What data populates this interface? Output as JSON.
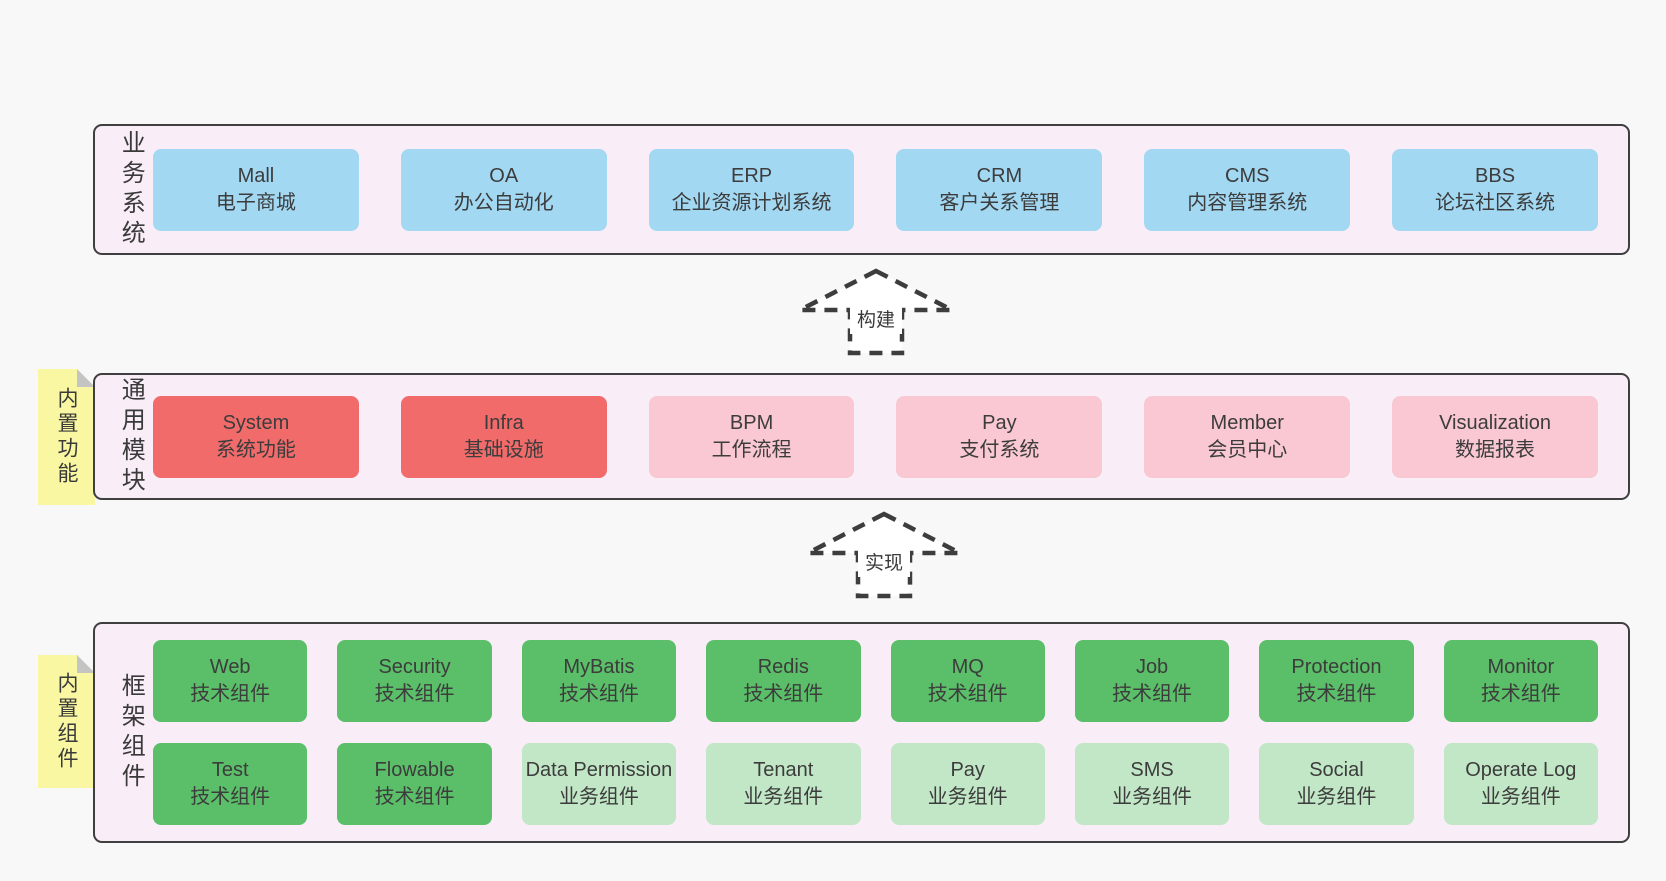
{
  "diagram": {
    "layers": {
      "business": {
        "label": "业务系统",
        "items": [
          {
            "name": "Mall",
            "desc": "电子商城"
          },
          {
            "name": "OA",
            "desc": "办公自动化"
          },
          {
            "name": "ERP",
            "desc": "企业资源计划系统"
          },
          {
            "name": "CRM",
            "desc": "客户关系管理"
          },
          {
            "name": "CMS",
            "desc": "内容管理系统"
          },
          {
            "name": "BBS",
            "desc": "论坛社区系统"
          }
        ]
      },
      "modules": {
        "label": "通用模块",
        "sticky": "内置功能",
        "items": [
          {
            "name": "System",
            "desc": "系统功能"
          },
          {
            "name": "Infra",
            "desc": "基础设施"
          },
          {
            "name": "BPM",
            "desc": "工作流程"
          },
          {
            "name": "Pay",
            "desc": "支付系统"
          },
          {
            "name": "Member",
            "desc": "会员中心"
          },
          {
            "name": "Visualization",
            "desc": "数据报表"
          }
        ]
      },
      "components": {
        "label": "框架组件",
        "sticky": "内置组件",
        "row1": [
          {
            "name": "Web",
            "desc": "技术组件"
          },
          {
            "name": "Security",
            "desc": "技术组件"
          },
          {
            "name": "MyBatis",
            "desc": "技术组件"
          },
          {
            "name": "Redis",
            "desc": "技术组件"
          },
          {
            "name": "MQ",
            "desc": "技术组件"
          },
          {
            "name": "Job",
            "desc": "技术组件"
          },
          {
            "name": "Protection",
            "desc": "技术组件"
          },
          {
            "name": "Monitor",
            "desc": "技术组件"
          }
        ],
        "row2": [
          {
            "name": "Test",
            "desc": "技术组件"
          },
          {
            "name": "Flowable",
            "desc": "技术组件"
          },
          {
            "name": "Data Permission",
            "desc": "业务组件"
          },
          {
            "name": "Tenant",
            "desc": "业务组件"
          },
          {
            "name": "Pay",
            "desc": "业务组件"
          },
          {
            "name": "SMS",
            "desc": "业务组件"
          },
          {
            "name": "Social",
            "desc": "业务组件"
          },
          {
            "name": "Operate Log",
            "desc": "业务组件"
          }
        ]
      }
    },
    "arrows": {
      "build": "构建",
      "implement": "实现"
    },
    "colors": {
      "blue": "#a3d8f3",
      "red": "#f16b6b",
      "pink": "#f9c8d2",
      "green": "#5abf68",
      "light_green": "#c2e7c6",
      "panel_background": "#f9eef8",
      "sticky_yellow": "#f9f7a2",
      "border": "#3f3f3f"
    }
  }
}
